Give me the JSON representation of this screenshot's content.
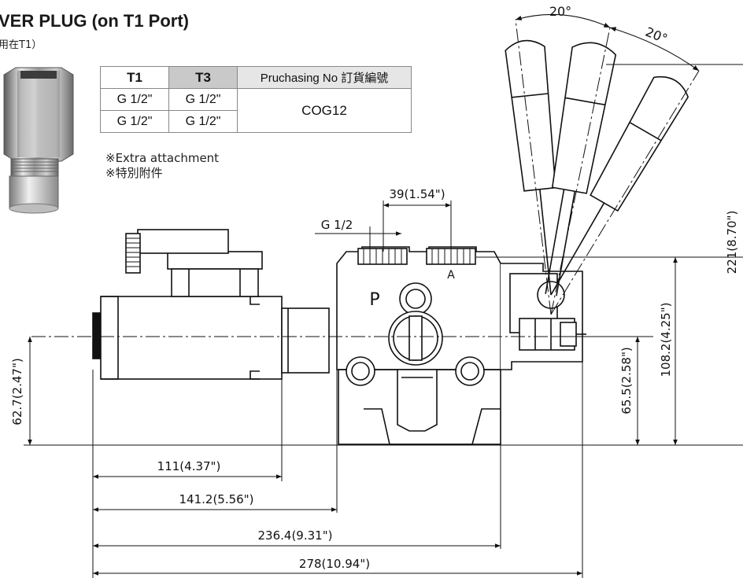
{
  "title": "VER PLUG  (on T1 Port)",
  "subtitle": "用在T1）",
  "table": {
    "headers": [
      "T1",
      "T3",
      "Pruchasing No 訂貨編號"
    ],
    "rows": [
      [
        "G 1/2\"",
        "G 1/2\""
      ],
      [
        "G 1/2\"",
        "G 1/2\""
      ]
    ],
    "purchase_no": "COG12"
  },
  "notes": [
    "※Extra attachment",
    "※特別附件"
  ],
  "port_labels": {
    "pressure": "P",
    "a_port": "A"
  },
  "angles": [
    "20°",
    "20°"
  ],
  "dimensions": {
    "d39": "39(1.54\")",
    "g12": "G 1/2",
    "d221": "221(8.70\")",
    "d108": "108.2(4.25\")",
    "d655": "65.5(2.58\")",
    "d627": "62.7(2.47\")",
    "d111": "111(4.37\")",
    "d1412": "141.2(5.56\")",
    "d2364": "236.4(9.31\")",
    "d278": "278(10.94\")"
  }
}
